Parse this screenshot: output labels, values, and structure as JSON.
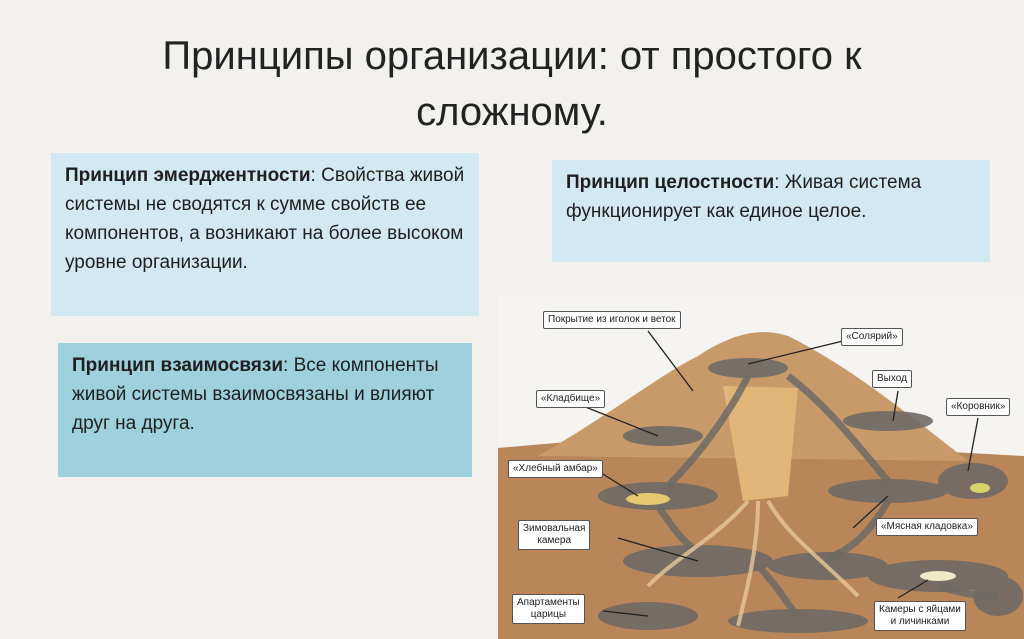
{
  "slide": {
    "title_line1": "Принципы организации: от простого к",
    "title_line2": "сложному."
  },
  "principles": {
    "emergence": {
      "heading": "Принцип эмерджентности",
      "text": ": Свойства живой системы не сводятся к сумме свойств ее компонентов, а возникают на более высоком уровне организации."
    },
    "integrity": {
      "heading": "Принцип целостности",
      "text": ": Живая система функционирует как единое целое."
    },
    "interconnection": {
      "heading": "Принцип взаимосвязи",
      "text": ": Все компоненты живой системы взаимосвязаны и влияют друг на друга."
    }
  },
  "anthill": {
    "labels": {
      "cover": "Покрытие из иголок и веток",
      "solarium": "«Солярий»",
      "exit": "Выход",
      "cemetery": "«Кладбище»",
      "barn": "«Хлебный амбар»",
      "cowshed": "«Коровник»",
      "winter_line1": "Зимовальная",
      "winter_line2": "камера",
      "meat": "«Мясная кладовка»",
      "queen_line1": "Апартаменты",
      "queen_line2": "царицы",
      "eggs_line1": "Камеры с яйцами",
      "eggs_line2": "и личинками"
    },
    "colors": {
      "soil": "#b9865a",
      "mound": "#c89a6a",
      "tunnel": "#6f6a66",
      "core": "#e2b579",
      "background": "#f5f4f0"
    }
  }
}
